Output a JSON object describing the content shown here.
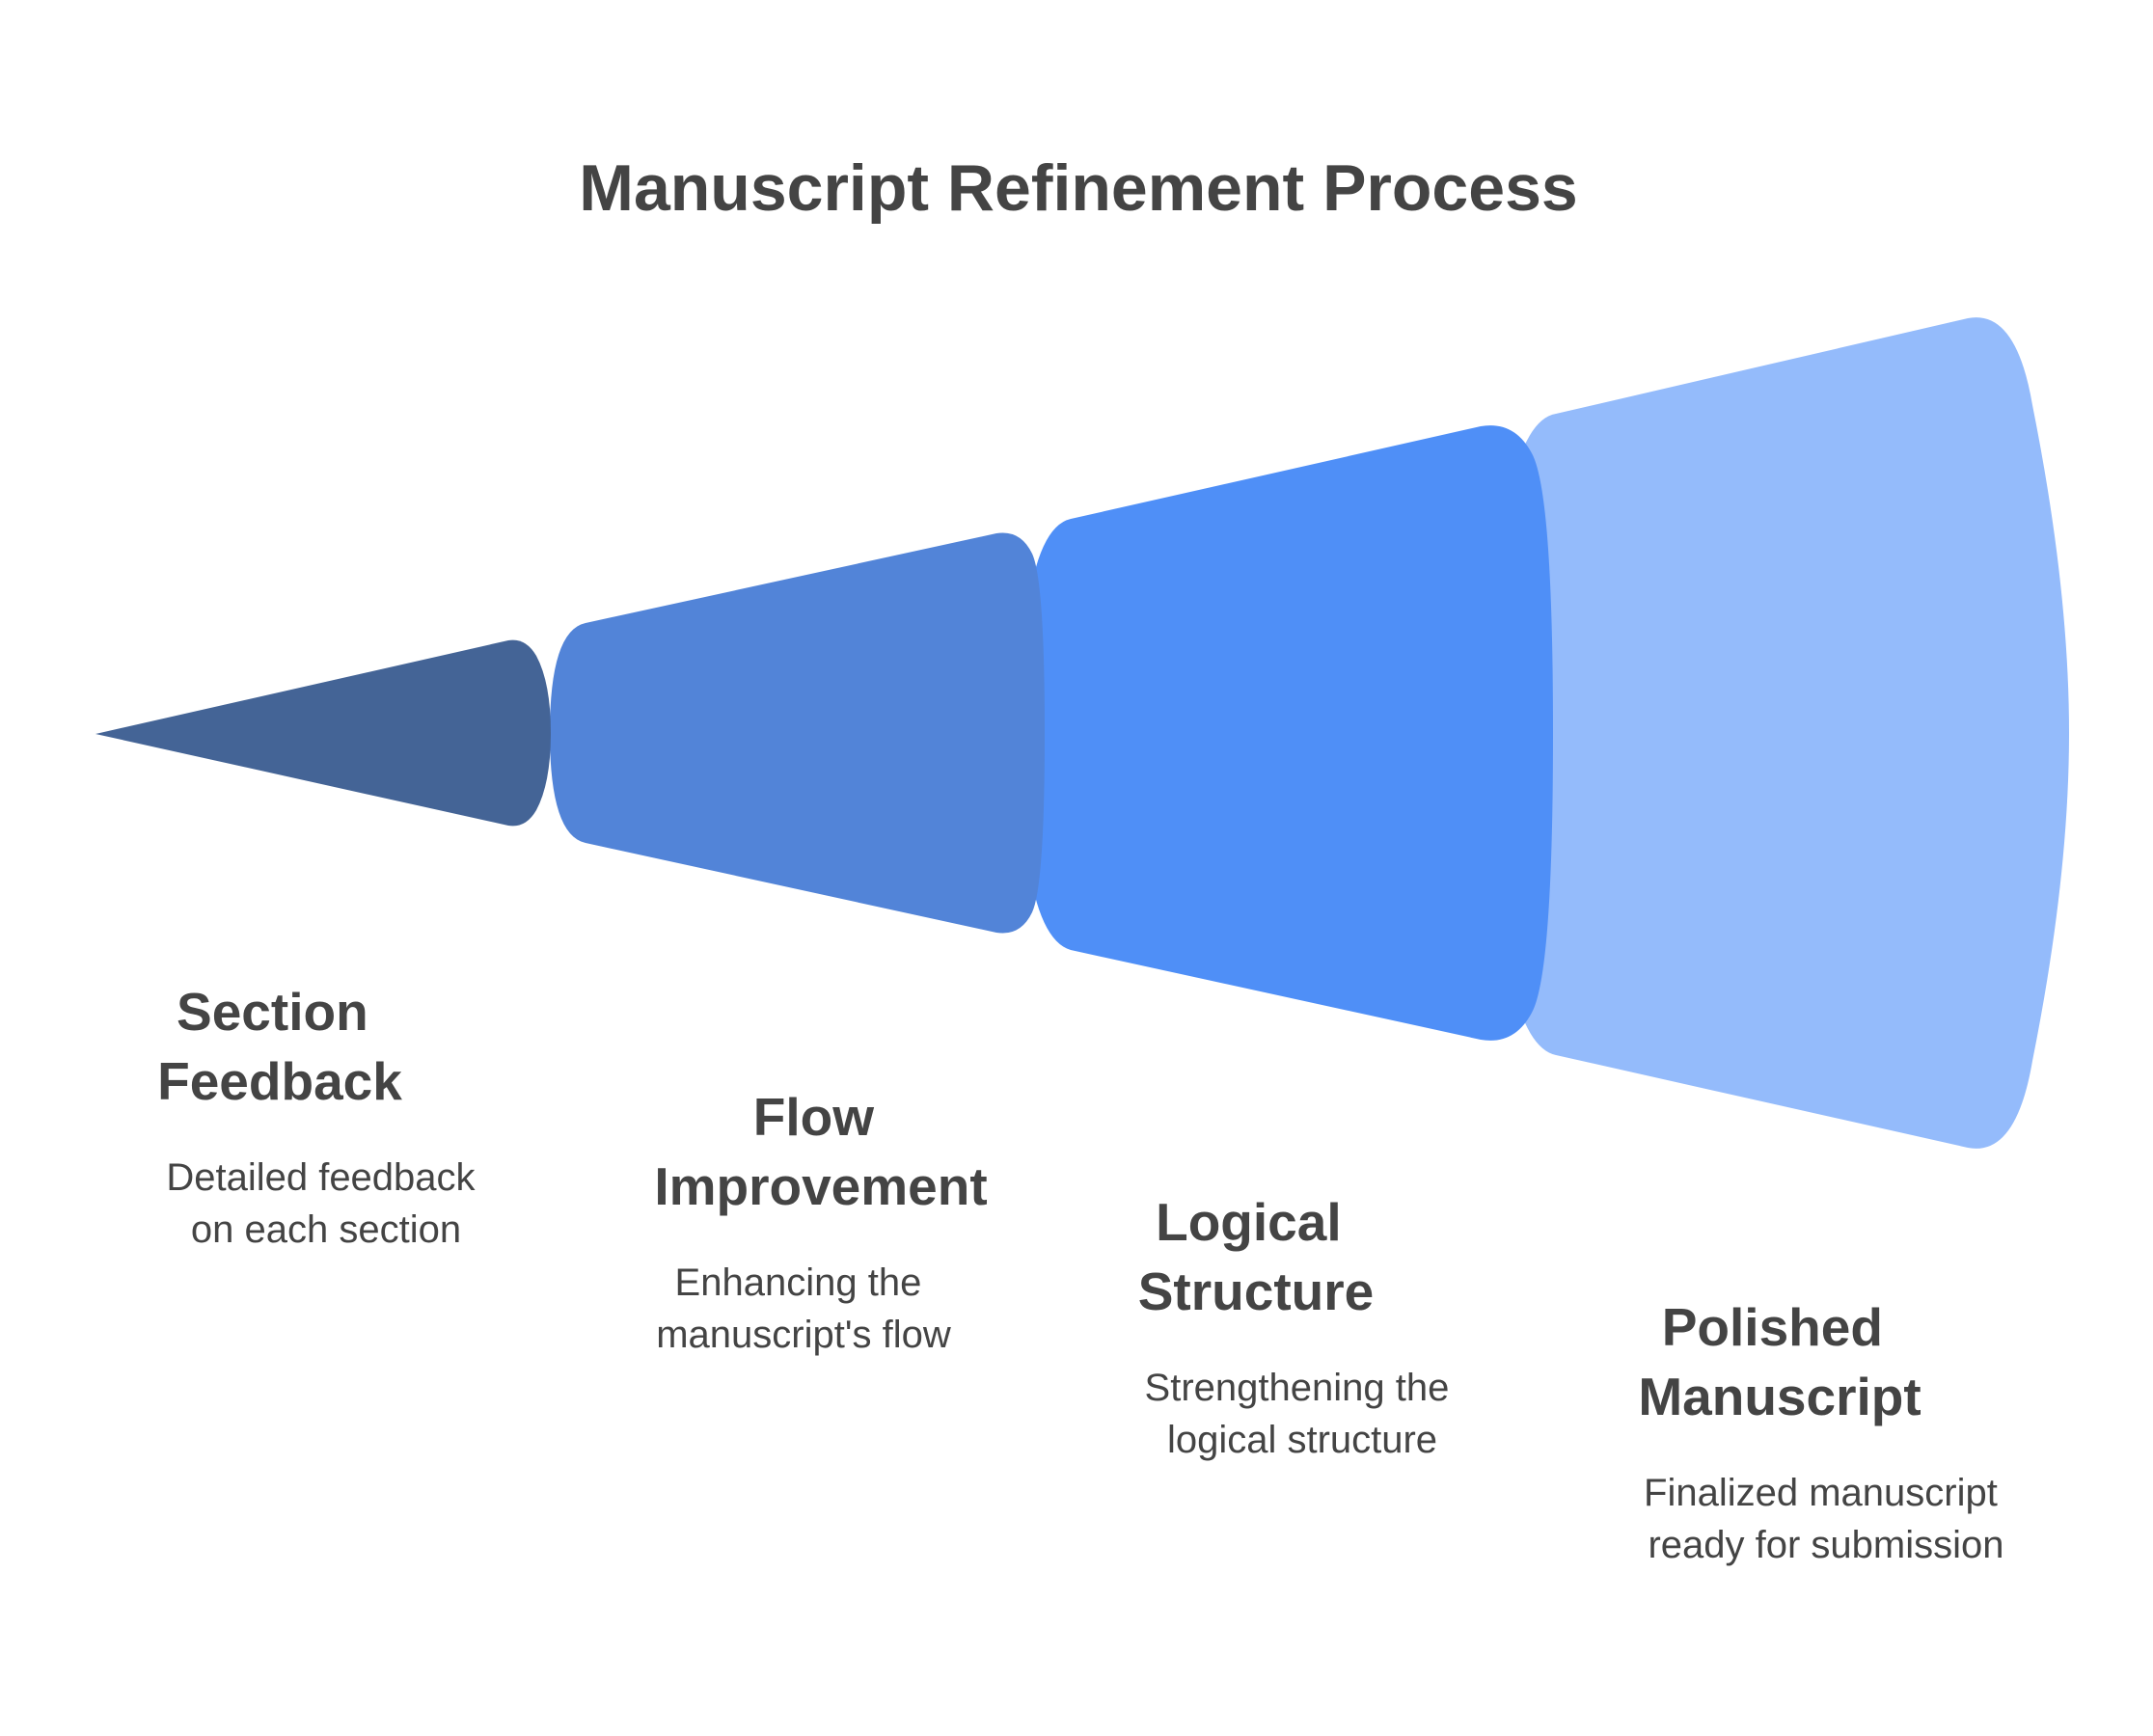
{
  "diagram": {
    "title": "Manuscript Refinement Process",
    "stages": [
      {
        "title_lines": [
          "Section",
          "Feedback"
        ],
        "desc_lines": [
          "Detailed feedback",
          "on each section"
        ],
        "color": "#446496"
      },
      {
        "title_lines": [
          "Flow",
          "Improvement"
        ],
        "desc_lines": [
          "Enhancing the",
          "manuscript's flow"
        ],
        "color": "#5284d8"
      },
      {
        "title_lines": [
          "Logical",
          "Structure"
        ],
        "desc_lines": [
          "Strengthening the",
          "logical structure"
        ],
        "color": "#4f8ff7"
      },
      {
        "title_lines": [
          "Polished",
          "Manuscript"
        ],
        "desc_lines": [
          "Finalized manuscript",
          "ready for submission"
        ],
        "color": "#94bbfb"
      }
    ]
  }
}
